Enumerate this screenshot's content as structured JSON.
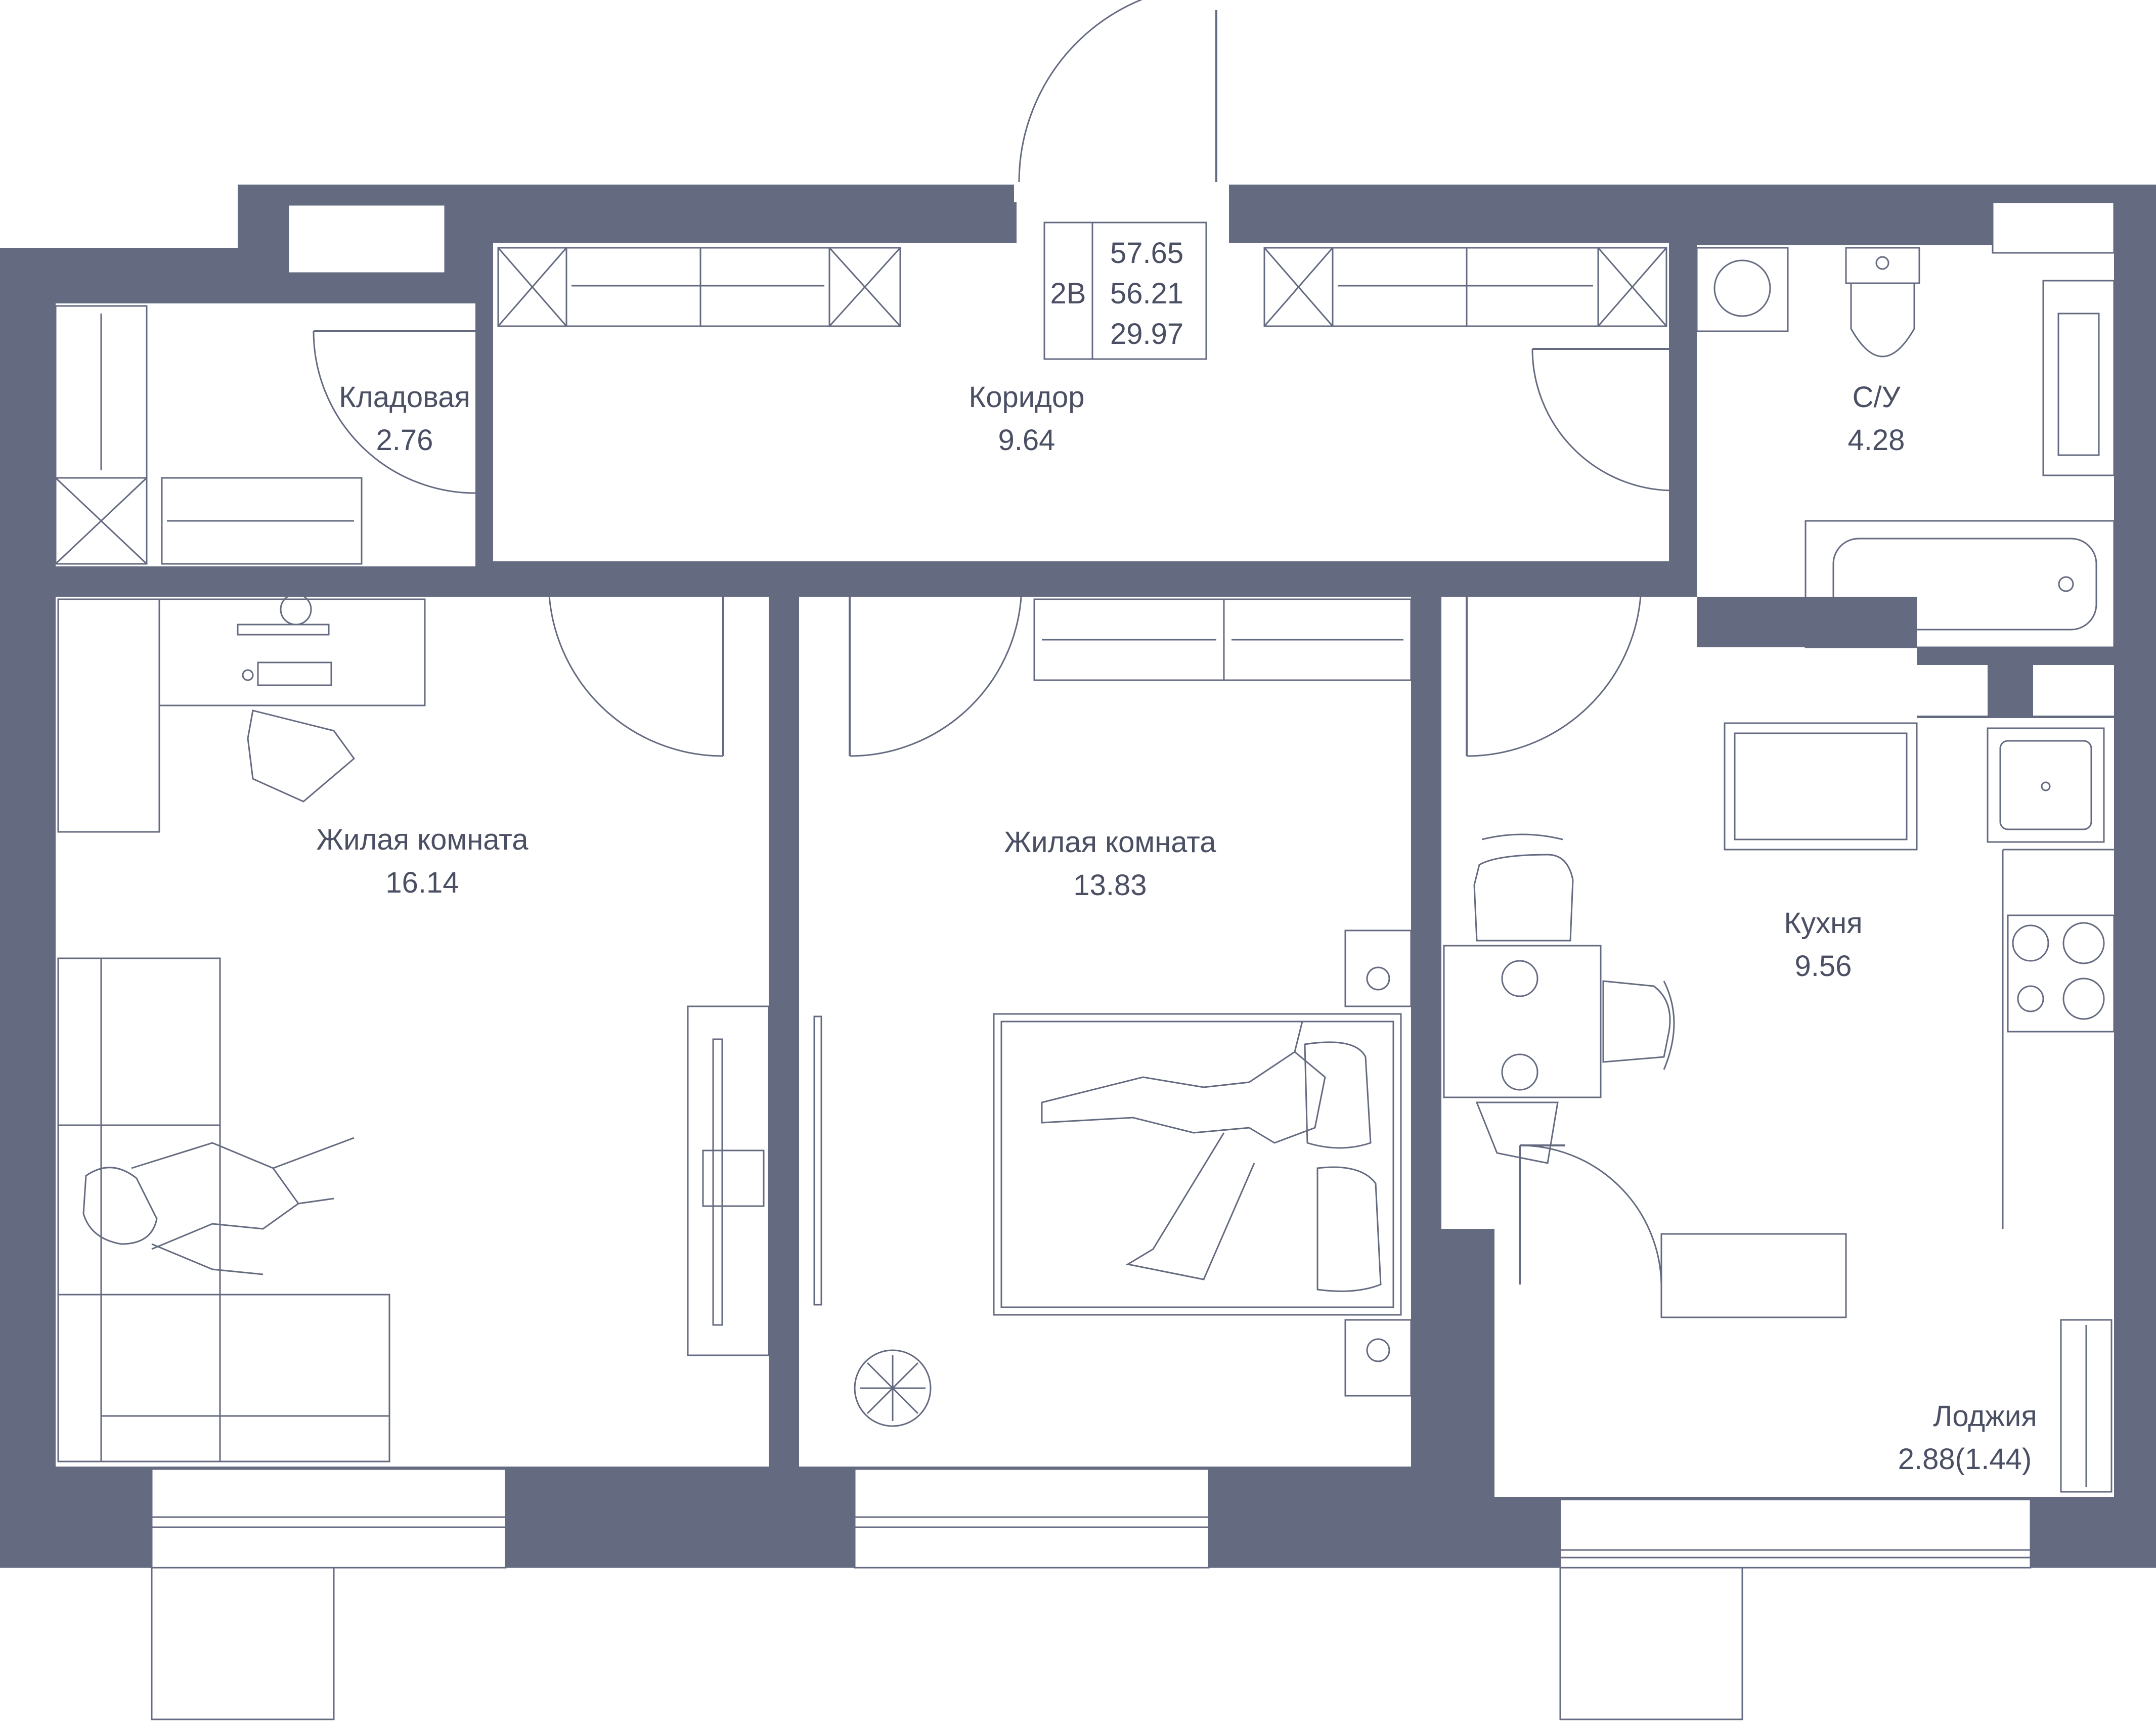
{
  "apartment": {
    "type_code": "2В",
    "areas": [
      "57.65",
      "56.21",
      "29.97"
    ]
  },
  "rooms": [
    {
      "id": "storage",
      "name": "Кладовая",
      "area": "2.76"
    },
    {
      "id": "corridor",
      "name": "Коридор",
      "area": "9.64"
    },
    {
      "id": "bathroom",
      "name": "С/У",
      "area": "4.28"
    },
    {
      "id": "living1",
      "name": "Жилая комната",
      "area": "16.14"
    },
    {
      "id": "living2",
      "name": "Жилая комната",
      "area": "13.83"
    },
    {
      "id": "kitchen",
      "name": "Кухня",
      "area": "9.56"
    },
    {
      "id": "loggia",
      "name": "Лоджия",
      "area": "2.88(1.44)"
    }
  ],
  "colors": {
    "wall": "#646a80",
    "line": "#646a80",
    "text": "#4a4f63",
    "background": "#ffffff"
  }
}
